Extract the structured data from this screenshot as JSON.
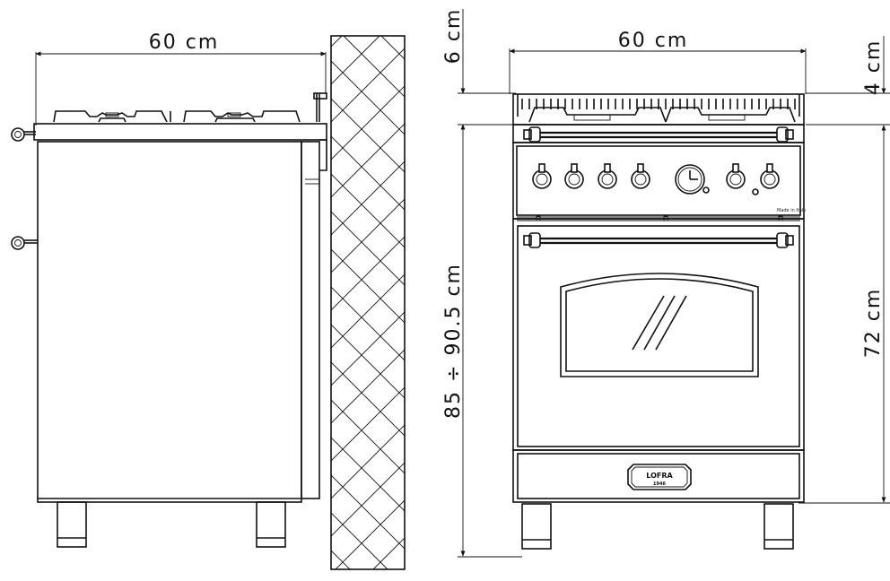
{
  "side_view": {
    "width_label": "60 cm"
  },
  "front_view": {
    "width_label": "60 cm",
    "backsplash_label": "6 cm",
    "top_label": "4 cm",
    "height_range_label": "85 ÷ 90.5 cm",
    "body_height_label": "72 cm",
    "panel_text": "Made in Italy",
    "brand_logo": "LOFRA",
    "brand_logo_sub": "1946"
  },
  "colors": {
    "line": "#111111",
    "background": "#ffffff"
  }
}
